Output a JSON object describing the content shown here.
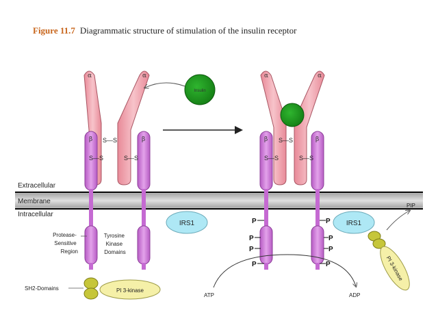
{
  "title": {
    "figure_number": "Figure 11.7",
    "caption": "Diagrammatic structure of stimulation of the insulin receptor"
  },
  "labels": {
    "extracellular": "Extracellular",
    "membrane": "Membrane",
    "intracellular": "Intracellular",
    "protease": [
      "Protease-",
      "Sensitive",
      "Region"
    ],
    "tyrosine": [
      "Tyrosine",
      "Kinase",
      "Domains"
    ],
    "sh2": "SH2-Domains",
    "pi3k": "PI 3-kinase",
    "insulin": "Insulin",
    "irs1_left": "IRS1",
    "irs1_right": "IRS1",
    "atp": "ATP",
    "adp": "ADP",
    "pip": "PIP",
    "pi3k_right": "PI 3-kinase",
    "ss": "S—S",
    "p": "P",
    "alpha": "α",
    "beta": "β"
  },
  "colors": {
    "alpha_subunit": "#f0a0ac",
    "beta_subunit": "#d27fdb",
    "insulin": "#1a8e1a",
    "irs1": "#aee8f5",
    "pi3k": "#f5f0a8",
    "sh2": "#c6c63a",
    "membrane": "#c9c9c9",
    "title_accent": "#c8651b"
  }
}
